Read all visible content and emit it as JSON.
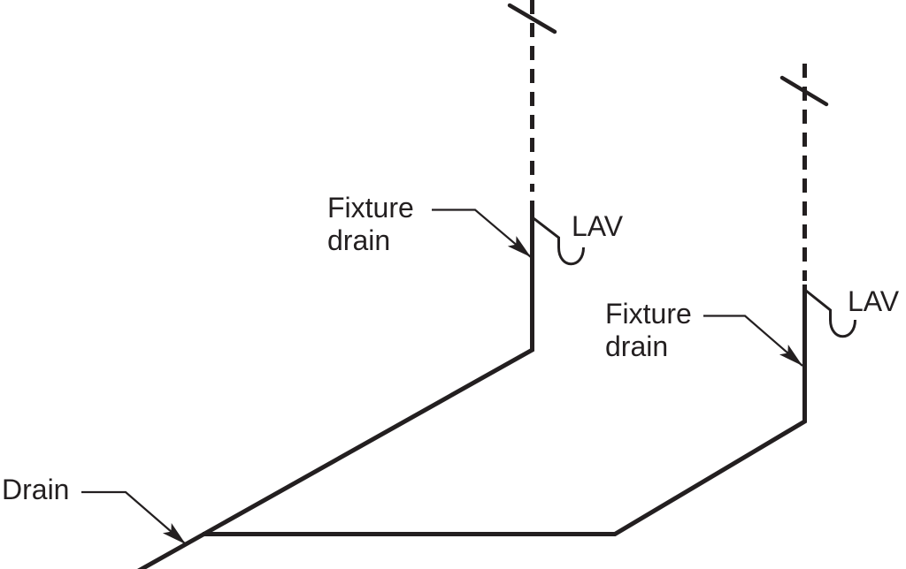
{
  "diagram": {
    "background_color": "#ffffff",
    "line_color": "#231f20",
    "labels": {
      "fixture_drain_1": {
        "line1": "Fixture",
        "line2": "drain"
      },
      "fixture_drain_2": {
        "line1": "Fixture",
        "line2": "drain"
      },
      "lav_1": "LAV",
      "lav_2": "LAV",
      "drain": "Drain"
    },
    "icons": {
      "vent_break_1": "pipe-break-symbol",
      "vent_break_2": "pipe-break-symbol",
      "trap_1": "p-trap-symbol",
      "trap_2": "p-trap-symbol",
      "leader_arrows": "arrowhead"
    }
  }
}
